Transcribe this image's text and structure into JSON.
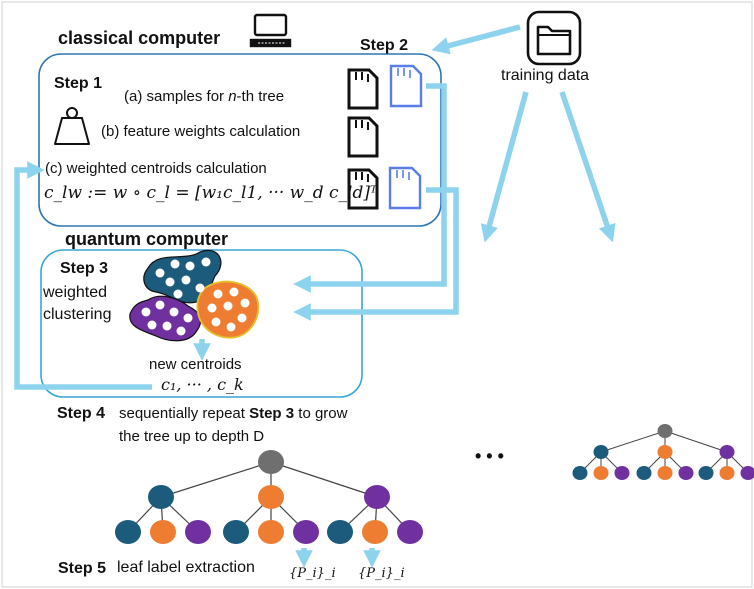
{
  "classical": {
    "title": "classical computer",
    "step1_title": "Step 1",
    "sample_a_prefix": "(a) samples for ",
    "sample_a_italic": "n",
    "sample_a_suffix": "-th tree",
    "feature_b": "(b) feature weights calculation",
    "centroid_c": "(c) weighted centroids calculation",
    "formula": "c_lw := w ∘ c_l = [w₁c_l1, ··· w_d c_ld]ᵀ"
  },
  "step2": {
    "title": "Step 2"
  },
  "training": {
    "label": "training data"
  },
  "quantum": {
    "title": "quantum computer",
    "step3_title": "Step 3",
    "weighted": "weighted",
    "clustering": "clustering",
    "new_centroids": "new centroids",
    "centroid_list": "c₁, ··· , c_k"
  },
  "step4": {
    "title": "Step 4",
    "line1_pre": "sequentially repeat ",
    "line1_bold": "Step 3",
    "line1_post": " to grow",
    "line2": "the tree up to depth D"
  },
  "step5": {
    "title": "Step 5",
    "text": "leaf label extraction",
    "leaf_label_1": "{P_i}_i",
    "leaf_label_2": "{P_i}_i"
  },
  "ellipsis": "• • •",
  "colors": {
    "blue_node": "#1d5b7c",
    "orange_node": "#ee7d31",
    "purple_node": "#7030a0",
    "gray_node": "#6f6f6f",
    "arrow": "#8ed3ee",
    "classical_box": "#2e76b6",
    "quantum_box": "#36a6d8",
    "card_outline": "#5a7ee8"
  },
  "icons": [
    "computer-icon",
    "folder-icon",
    "weight-icon",
    "sd-card-icon"
  ]
}
